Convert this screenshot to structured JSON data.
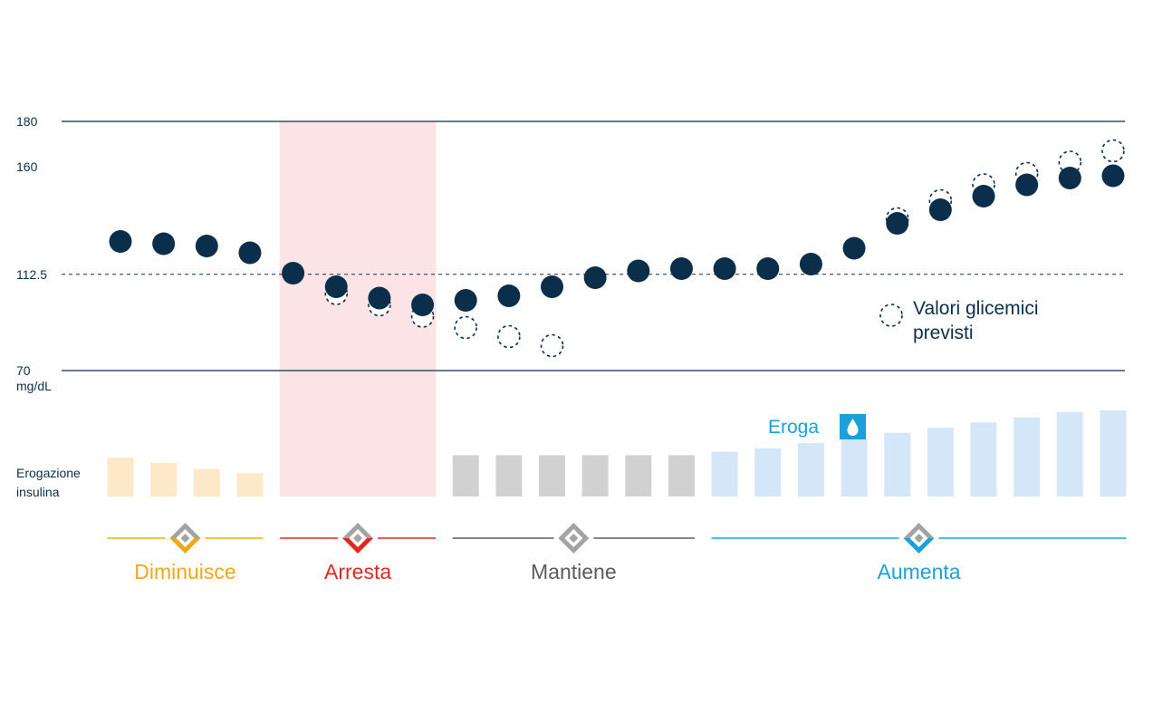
{
  "chart_data": {
    "type": "scatter",
    "title": "",
    "ylabel": "mg/dL",
    "ylim": [
      55,
      195
    ],
    "y_ticks": [
      {
        "value": 180,
        "label": "180"
      },
      {
        "value": 160,
        "label": "160"
      },
      {
        "value": 112.5,
        "label": "112.5"
      },
      {
        "value": 70,
        "label": "70"
      }
    ],
    "y_unit_label": "mg/dL",
    "threshold_lines": [
      {
        "value": 180,
        "style": "solid"
      },
      {
        "value": 112.5,
        "style": "dashed"
      },
      {
        "value": 70,
        "style": "solid"
      }
    ],
    "series": [
      {
        "name": "",
        "style": "filled",
        "values": [
          127,
          126,
          125,
          122,
          113,
          107,
          102,
          99,
          101,
          103,
          107,
          111,
          114,
          115,
          115,
          115,
          117,
          124,
          135,
          141,
          147,
          152,
          155,
          156
        ]
      },
      {
        "name": "Valori glicemici previsti",
        "style": "dashed-circle",
        "values": [
          null,
          null,
          null,
          null,
          null,
          104,
          99,
          94,
          89,
          85,
          81,
          null,
          null,
          null,
          null,
          null,
          null,
          null,
          137,
          145,
          152,
          157,
          162,
          167
        ]
      }
    ],
    "legend": {
      "label": "Valori glicemici previsti",
      "position": "right"
    },
    "insulin": {
      "label": "Erogazione insulina",
      "values": [
        0.45,
        0.39,
        0.32,
        0.27,
        0,
        0,
        0,
        0,
        0.48,
        0.48,
        0.48,
        0.48,
        0.48,
        0.48,
        0.52,
        0.56,
        0.62,
        0.68,
        0.74,
        0.8,
        0.86,
        0.92,
        0.98,
        1.0
      ],
      "phase_colors": [
        "#fde9c8",
        "#fde9c8",
        "#fde9c8",
        "#fde9c8",
        "",
        "",
        "",
        "",
        "#d1d1d1",
        "#d1d1d1",
        "#d1d1d1",
        "#d1d1d1",
        "#d1d1d1",
        "#d1d1d1",
        "#d4e7f8",
        "#d4e7f8",
        "#d4e7f8",
        "#d4e7f8",
        "#d4e7f8",
        "#d4e7f8",
        "#d4e7f8",
        "#d4e7f8",
        "#d4e7f8",
        "#d4e7f8"
      ]
    },
    "eroga_label": "Eroga",
    "phases": [
      {
        "label": "Diminuisce",
        "start": 0,
        "end": 3,
        "color": "#f0a81b"
      },
      {
        "label": "Arresta",
        "start": 4,
        "end": 7,
        "color": "#e0281f"
      },
      {
        "label": "Mantiene",
        "start": 8,
        "end": 13,
        "color": "#5b5b5b"
      },
      {
        "label": "Aumenta",
        "start": 14,
        "end": 23,
        "color": "#1aa1dc"
      }
    ],
    "suspend_band_color": "#fce3e6",
    "point_color": "#0b2f4a"
  }
}
